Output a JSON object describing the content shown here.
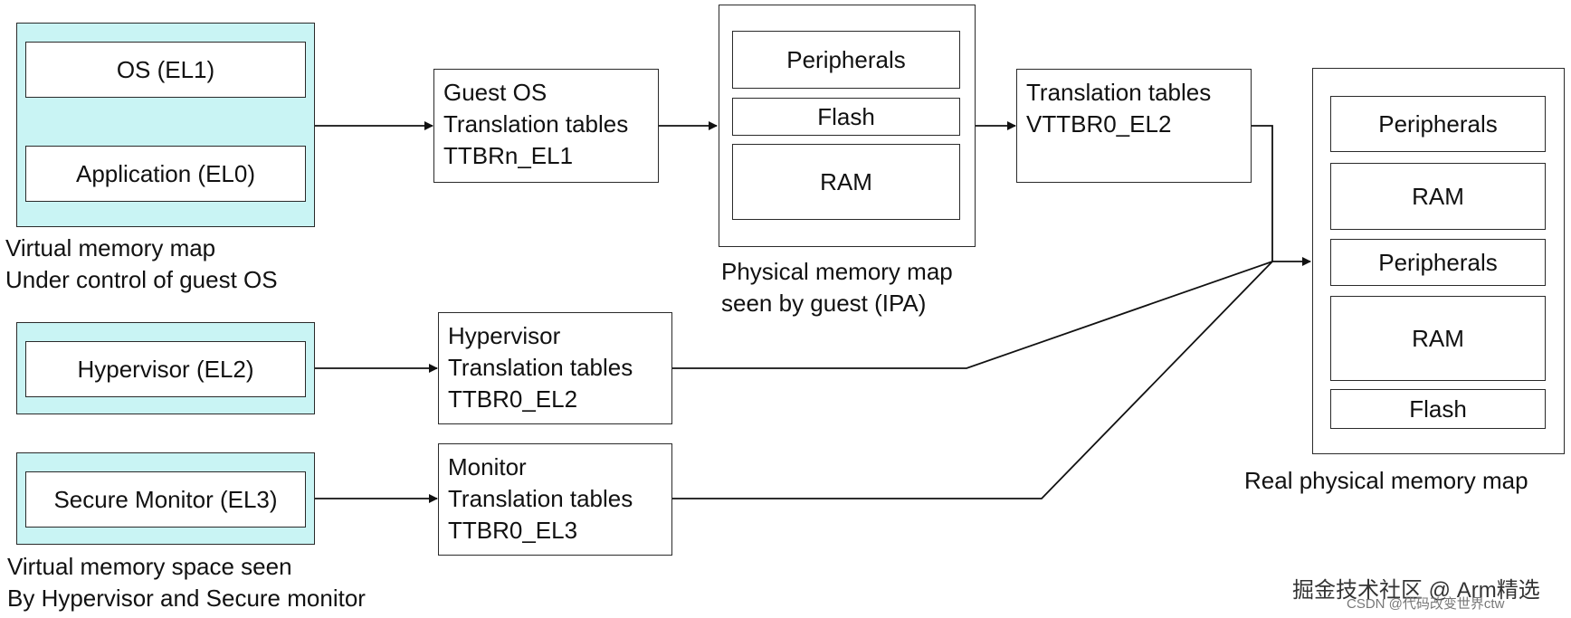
{
  "guest_virtual": {
    "os_label": "OS (EL1)",
    "app_label": "Application (EL0)",
    "caption_line1": "Virtual memory map",
    "caption_line2": "Under control of guest OS"
  },
  "guest_tables": {
    "line1": "Guest OS",
    "line2": "Translation tables",
    "line3": "TTBRn_EL1"
  },
  "ipa_map": {
    "items": [
      "Peripherals",
      "Flash",
      "RAM"
    ],
    "caption_line1": "Physical memory map",
    "caption_line2": "seen by guest (IPA)"
  },
  "stage2_tables": {
    "line1": "Translation tables",
    "line2": "VTTBR0_EL2"
  },
  "hypervisor": {
    "label": "Hypervisor (EL2)",
    "tables_line1": "Hypervisor",
    "tables_line2": "Translation tables",
    "tables_line3": "TTBR0_EL2"
  },
  "monitor": {
    "label": "Secure Monitor (EL3)",
    "tables_line1": "Monitor",
    "tables_line2": "Translation tables",
    "tables_line3": "TTBR0_EL3",
    "caption_line1": "Virtual memory space seen",
    "caption_line2": "By Hypervisor and Secure monitor"
  },
  "real_map": {
    "items": [
      "Peripherals",
      "RAM",
      "Peripherals",
      "RAM",
      "Flash"
    ],
    "caption": "Real physical memory map"
  },
  "watermark": {
    "main": "掘金技术社区 @ Arm精选",
    "sub": "CSDN @代码改变世界ctw"
  }
}
